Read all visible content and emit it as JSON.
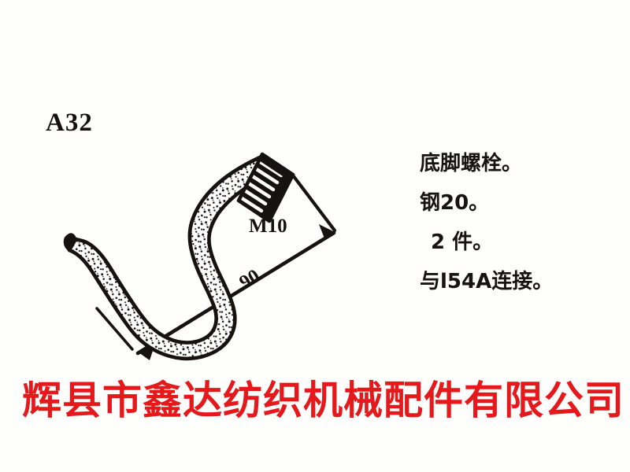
{
  "page": {
    "background_color": "#fefefd",
    "ink_color": "#15120f",
    "accent_color": "#e5181c"
  },
  "drawing": {
    "part_code": "A32",
    "title": "anchor-bolt-technical-drawing",
    "dimensions": {
      "thread_label": "M10",
      "length_label": "90"
    },
    "shape_name": "j-hook-anchor-bolt"
  },
  "specs": {
    "lines": [
      {
        "text": "底脚螺栓。",
        "indent": false
      },
      {
        "text": "钢20。",
        "indent": false
      },
      {
        "text": "2 件。",
        "indent": true
      },
      {
        "text": "与l54A连接。",
        "indent": false
      }
    ]
  },
  "footer": {
    "company_name": "辉县市鑫达纺织机械配件有限公司"
  }
}
